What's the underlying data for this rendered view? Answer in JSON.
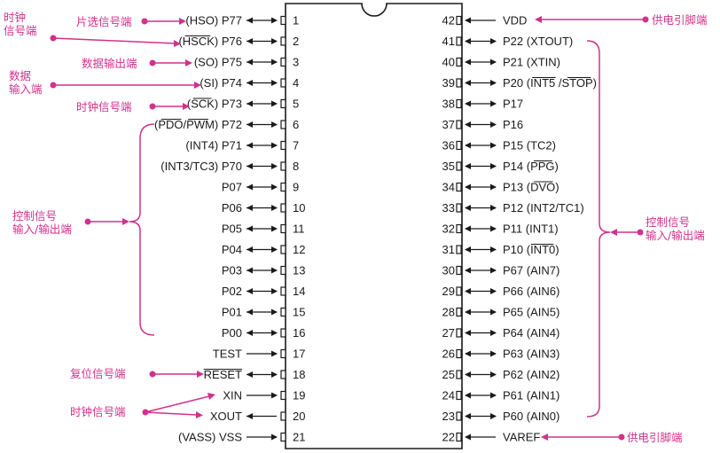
{
  "left_pins": [
    {
      "num": "1",
      "name": "(HSO) P77",
      "bars": [],
      "dir": "bi"
    },
    {
      "num": "2",
      "name": "(HSCK) P76",
      "bars": [
        [
          1,
          5
        ]
      ],
      "dir": "bi"
    },
    {
      "num": "3",
      "name": "(SO) P75",
      "bars": [],
      "dir": "bi"
    },
    {
      "num": "4",
      "name": "(SI) P74",
      "bars": [],
      "dir": "bi"
    },
    {
      "num": "5",
      "name": "(SCK) P73",
      "bars": [
        [
          1,
          4
        ]
      ],
      "dir": "bi"
    },
    {
      "num": "6",
      "name": "(PDO/PWM) P72",
      "bars": [
        [
          1,
          4
        ],
        [
          5,
          8
        ]
      ],
      "dir": "bi"
    },
    {
      "num": "7",
      "name": "(INT4) P71",
      "bars": [],
      "dir": "bi"
    },
    {
      "num": "8",
      "name": "(INT3/TC3) P70",
      "bars": [],
      "dir": "bi"
    },
    {
      "num": "9",
      "name": "P07",
      "bars": [],
      "dir": "bi"
    },
    {
      "num": "10",
      "name": "P06",
      "bars": [],
      "dir": "bi"
    },
    {
      "num": "11",
      "name": "P05",
      "bars": [],
      "dir": "bi"
    },
    {
      "num": "12",
      "name": "P04",
      "bars": [],
      "dir": "bi"
    },
    {
      "num": "13",
      "name": "P03",
      "bars": [],
      "dir": "bi"
    },
    {
      "num": "14",
      "name": "P02",
      "bars": [],
      "dir": "bi"
    },
    {
      "num": "15",
      "name": "P01",
      "bars": [],
      "dir": "bi"
    },
    {
      "num": "16",
      "name": "P00",
      "bars": [],
      "dir": "bi"
    },
    {
      "num": "17",
      "name": "TEST",
      "bars": [],
      "dir": "in"
    },
    {
      "num": "18",
      "name": "RESET",
      "bars": [
        [
          0,
          5
        ]
      ],
      "dir": "bi"
    },
    {
      "num": "19",
      "name": "XIN",
      "bars": [],
      "dir": "in"
    },
    {
      "num": "20",
      "name": "XOUT",
      "bars": [],
      "dir": "out"
    },
    {
      "num": "21",
      "name": "(VASS) VSS",
      "bars": [],
      "dir": "in"
    }
  ],
  "right_pins": [
    {
      "num": "42",
      "name": "VDD",
      "bars": [],
      "dir": "in"
    },
    {
      "num": "41",
      "name": "P22 (XTOUT)",
      "bars": [],
      "dir": "bi"
    },
    {
      "num": "40",
      "name": "P21 (XTIN)",
      "bars": [],
      "dir": "bi"
    },
    {
      "num": "39",
      "name": "P20 (INT5 /STOP)",
      "bars": [
        [
          5,
          9
        ],
        [
          11,
          15
        ]
      ],
      "dir": "bi"
    },
    {
      "num": "38",
      "name": "P17",
      "bars": [],
      "dir": "bi"
    },
    {
      "num": "37",
      "name": "P16",
      "bars": [],
      "dir": "bi"
    },
    {
      "num": "36",
      "name": "P15 (TC2)",
      "bars": [],
      "dir": "bi"
    },
    {
      "num": "35",
      "name": "P14 (PPG)",
      "bars": [
        [
          5,
          8
        ]
      ],
      "dir": "bi"
    },
    {
      "num": "34",
      "name": "P13 (DVO)",
      "bars": [
        [
          5,
          8
        ]
      ],
      "dir": "bi"
    },
    {
      "num": "33",
      "name": "P12 (INT2/TC1)",
      "bars": [],
      "dir": "bi"
    },
    {
      "num": "32",
      "name": "P11 (INT1)",
      "bars": [],
      "dir": "bi"
    },
    {
      "num": "31",
      "name": "P10 (INT0)",
      "bars": [
        [
          5,
          9
        ]
      ],
      "dir": "bi"
    },
    {
      "num": "30",
      "name": "P67 (AIN7)",
      "bars": [],
      "dir": "bi"
    },
    {
      "num": "29",
      "name": "P66 (AIN6)",
      "bars": [],
      "dir": "bi"
    },
    {
      "num": "28",
      "name": "P65 (AIN5)",
      "bars": [],
      "dir": "bi"
    },
    {
      "num": "27",
      "name": "P64 (AIN4)",
      "bars": [],
      "dir": "bi"
    },
    {
      "num": "26",
      "name": "P63 (AIN3)",
      "bars": [],
      "dir": "bi"
    },
    {
      "num": "25",
      "name": "P62 (AIN2)",
      "bars": [],
      "dir": "bi"
    },
    {
      "num": "24",
      "name": "P61 (AIN1)",
      "bars": [],
      "dir": "bi"
    },
    {
      "num": "23",
      "name": "P60 (AIN0)",
      "bars": [],
      "dir": "bi"
    },
    {
      "num": "22",
      "name": "VAREF",
      "bars": [],
      "dir": "in"
    }
  ],
  "annotations": {
    "hso": "片选信号端",
    "hsck": "时钟\n信号端",
    "so": "数据输出端",
    "si": "数据\n输入端",
    "sck": "时钟信号端",
    "left_io": "控制信号\n输入/输出端",
    "reset": "复位信号端",
    "xtal": "时钟信号端",
    "vdd": "供电引脚端",
    "right_io": "控制信号\n输入/输出端",
    "varef": "供电引脚端"
  },
  "colors": {
    "annotation": "#d0328c",
    "line": "#1a1a1a"
  }
}
